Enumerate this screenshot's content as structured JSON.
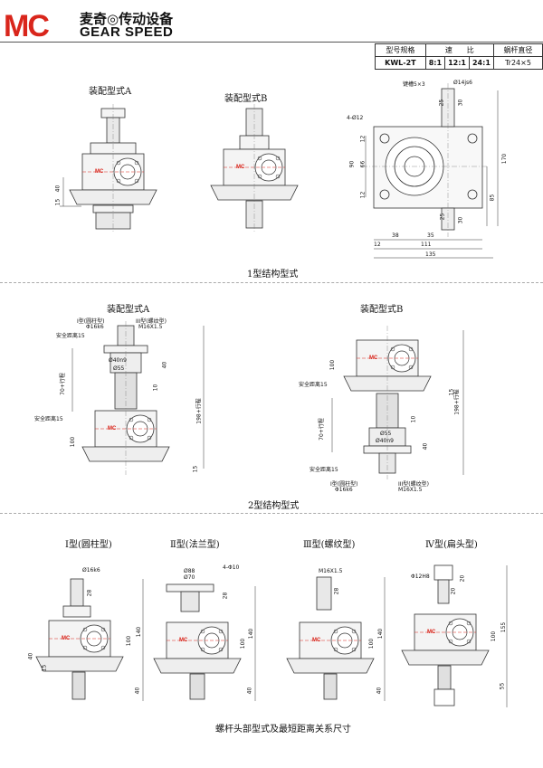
{
  "brand": {
    "mc": "MC",
    "cn": "麦奇◎传动设备",
    "en": "GEAR SPEED",
    "logo": "MC"
  },
  "spec": {
    "h_model": "型号规格",
    "h_ratio": "速　　比",
    "h_screw": "蜗杆直径",
    "model": "KWL-2T",
    "r1": "8:1",
    "r2": "12:1",
    "r3": "24:1",
    "screw": "Tr24×5"
  },
  "s1": {
    "formA": "装配型式A",
    "formB": "装配型式B",
    "caption": "1型结构型式",
    "dims": {
      "d40": "40",
      "d15": "15",
      "key": "键槽5×3",
      "shaft": "Ø14js6",
      "hole": "4-Ø12",
      "d25": "25",
      "d30": "30",
      "d90": "90",
      "d66": "66",
      "d12a": "12",
      "d12b": "12",
      "d170": "170",
      "d85": "85",
      "d38": "38",
      "d35": "35",
      "d12c": "12",
      "d111": "111",
      "d135": "135",
      "d25b": "25",
      "d30b": "30"
    }
  },
  "s2": {
    "formA": "装配型式A",
    "formB": "装配型式B",
    "caption": "2型结构型式",
    "A": {
      "t1": "I型(圆柱型)",
      "t3": "III型(螺纹型)",
      "safe": "安全距离15",
      "phi16": "Φ16k6",
      "m16": "M16X1.5",
      "d40n9": "Ø40n9",
      "d55": "Ø55",
      "d40": "40",
      "d10": "10",
      "d70": "70+行程",
      "safe2": "安全距离15",
      "d100": "100",
      "d198": "198+行程",
      "d15": "15"
    },
    "B": {
      "d100": "100",
      "safe": "安全距离15",
      "d15": "15",
      "d70": "70+行程",
      "d55": "Ø55",
      "d40n9": "Ø40n9",
      "d10": "10",
      "d40": "40",
      "d198": "198+行程",
      "safe2": "安全距离15",
      "t1": "I型(圆柱型)",
      "phi16": "Φ16k6",
      "t3": "III型(螺纹型)",
      "m16": "M16X1.5"
    }
  },
  "s3": {
    "caption": "螺杆头部型式及最短距离关系尺寸",
    "t1": {
      "title": "Ⅰ型(圆柱型)",
      "phi": "Ø16k6",
      "d28": "28",
      "d100": "100",
      "d140": "140",
      "d40": "40",
      "d15": "15",
      "d40b": "40"
    },
    "t2": {
      "title": "Ⅱ型(法兰型)",
      "phi88": "Ø88",
      "phi70": "Ø70",
      "holes": "4-Φ10",
      "d28": "28",
      "d100": "100",
      "d140": "140",
      "d40": "40"
    },
    "t3": {
      "title": "Ⅲ型(螺纹型)",
      "m16": "M16X1.5",
      "d28": "28",
      "d100": "100",
      "d140": "140",
      "d40": "40"
    },
    "t4": {
      "title": "Ⅳ型(扁头型)",
      "phi12": "Φ12H8",
      "d20": "20",
      "d20b": "20",
      "d100": "100",
      "d155": "155",
      "d55": "55"
    }
  }
}
